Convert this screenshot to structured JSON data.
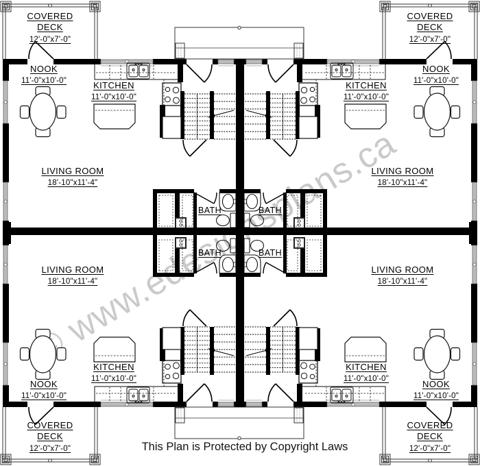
{
  "plan": {
    "watermark": "© www.edesignsplans.ca",
    "copyright_notice": "This Plan is Protected by Copyright Laws",
    "rooms": {
      "covered_deck": {
        "name": "COVERED DECK",
        "dims": "12'-0\"x7'-0\""
      },
      "nook": {
        "name": "NOOK",
        "dims": "11'-0\"x10'-0\""
      },
      "kitchen": {
        "name": "KITCHEN",
        "dims": "11'-0\"x10'-0\""
      },
      "living_room": {
        "name": "LIVING ROOM",
        "dims": "18'-10\"x11'-4\""
      },
      "bath": {
        "name": "BATH"
      }
    },
    "colors": {
      "line": "#000000",
      "window": "#bbbbbb",
      "watermark": "#9b9b9b"
    }
  }
}
